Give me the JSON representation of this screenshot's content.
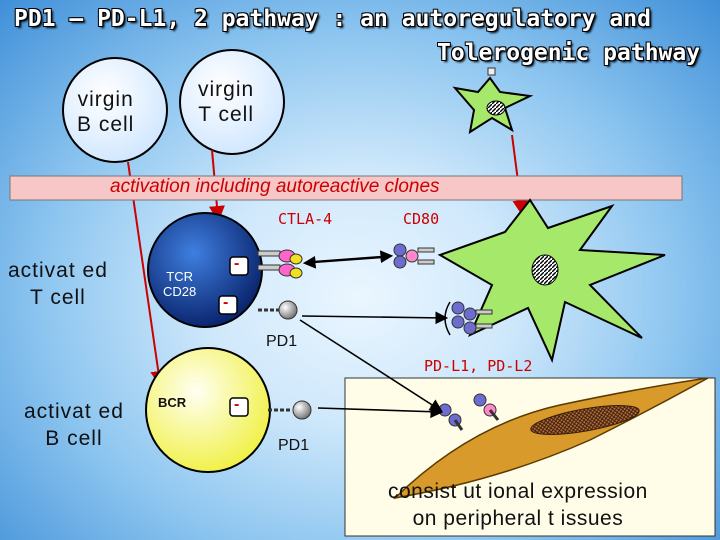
{
  "title": {
    "line1": "PD1 – PD-L1, 2 pathway : an autoregulatory and",
    "line2": "Tolerogenic pathway"
  },
  "cells": {
    "virgin_b": "virgin\nB cell",
    "virgin_t": "virgin\nT cell",
    "activated_t": "activat ed\nT cell",
    "activated_b": "activat ed\nB cell"
  },
  "banner": "activation including autoreactive clones",
  "molecules": {
    "ctla4": "CTLA-4",
    "cd80": "CD80",
    "tcr_cd28": "TCR\nCD28",
    "pd1_t": "PD1",
    "pdl": "PD-L1, PD-L2",
    "bcr": "BCR",
    "pd1_b": "PD1"
  },
  "inhibition_sign": "-",
  "tissue_note": "consist ut ional expression\non peripheral t issues",
  "colors": {
    "t_cell": "#0a3a8a",
    "b_cell": "#ffff66",
    "dendritic_cell": "#a6e86a",
    "tissue_cell": "#d89a2a",
    "arrow_red": "#cc0000",
    "banner": "#f7c7c7"
  }
}
